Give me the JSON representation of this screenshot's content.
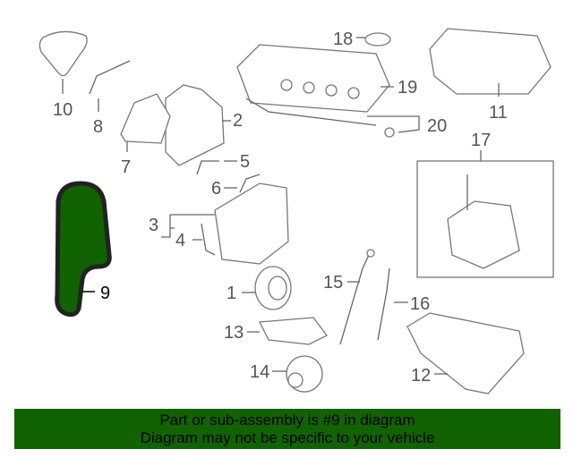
{
  "diagram": {
    "callouts": [
      "1",
      "2",
      "3",
      "4",
      "5",
      "6",
      "7",
      "8",
      "9",
      "10",
      "11",
      "12",
      "13",
      "14",
      "15",
      "16",
      "17",
      "18",
      "19",
      "20"
    ],
    "highlighted_part": "9",
    "highlight_color": "#116200"
  },
  "banner": {
    "line1": "Part or sub-assembly is #9 in diagram",
    "line2": "Diagram may not be specific to your vehicle",
    "background": "#116200"
  }
}
